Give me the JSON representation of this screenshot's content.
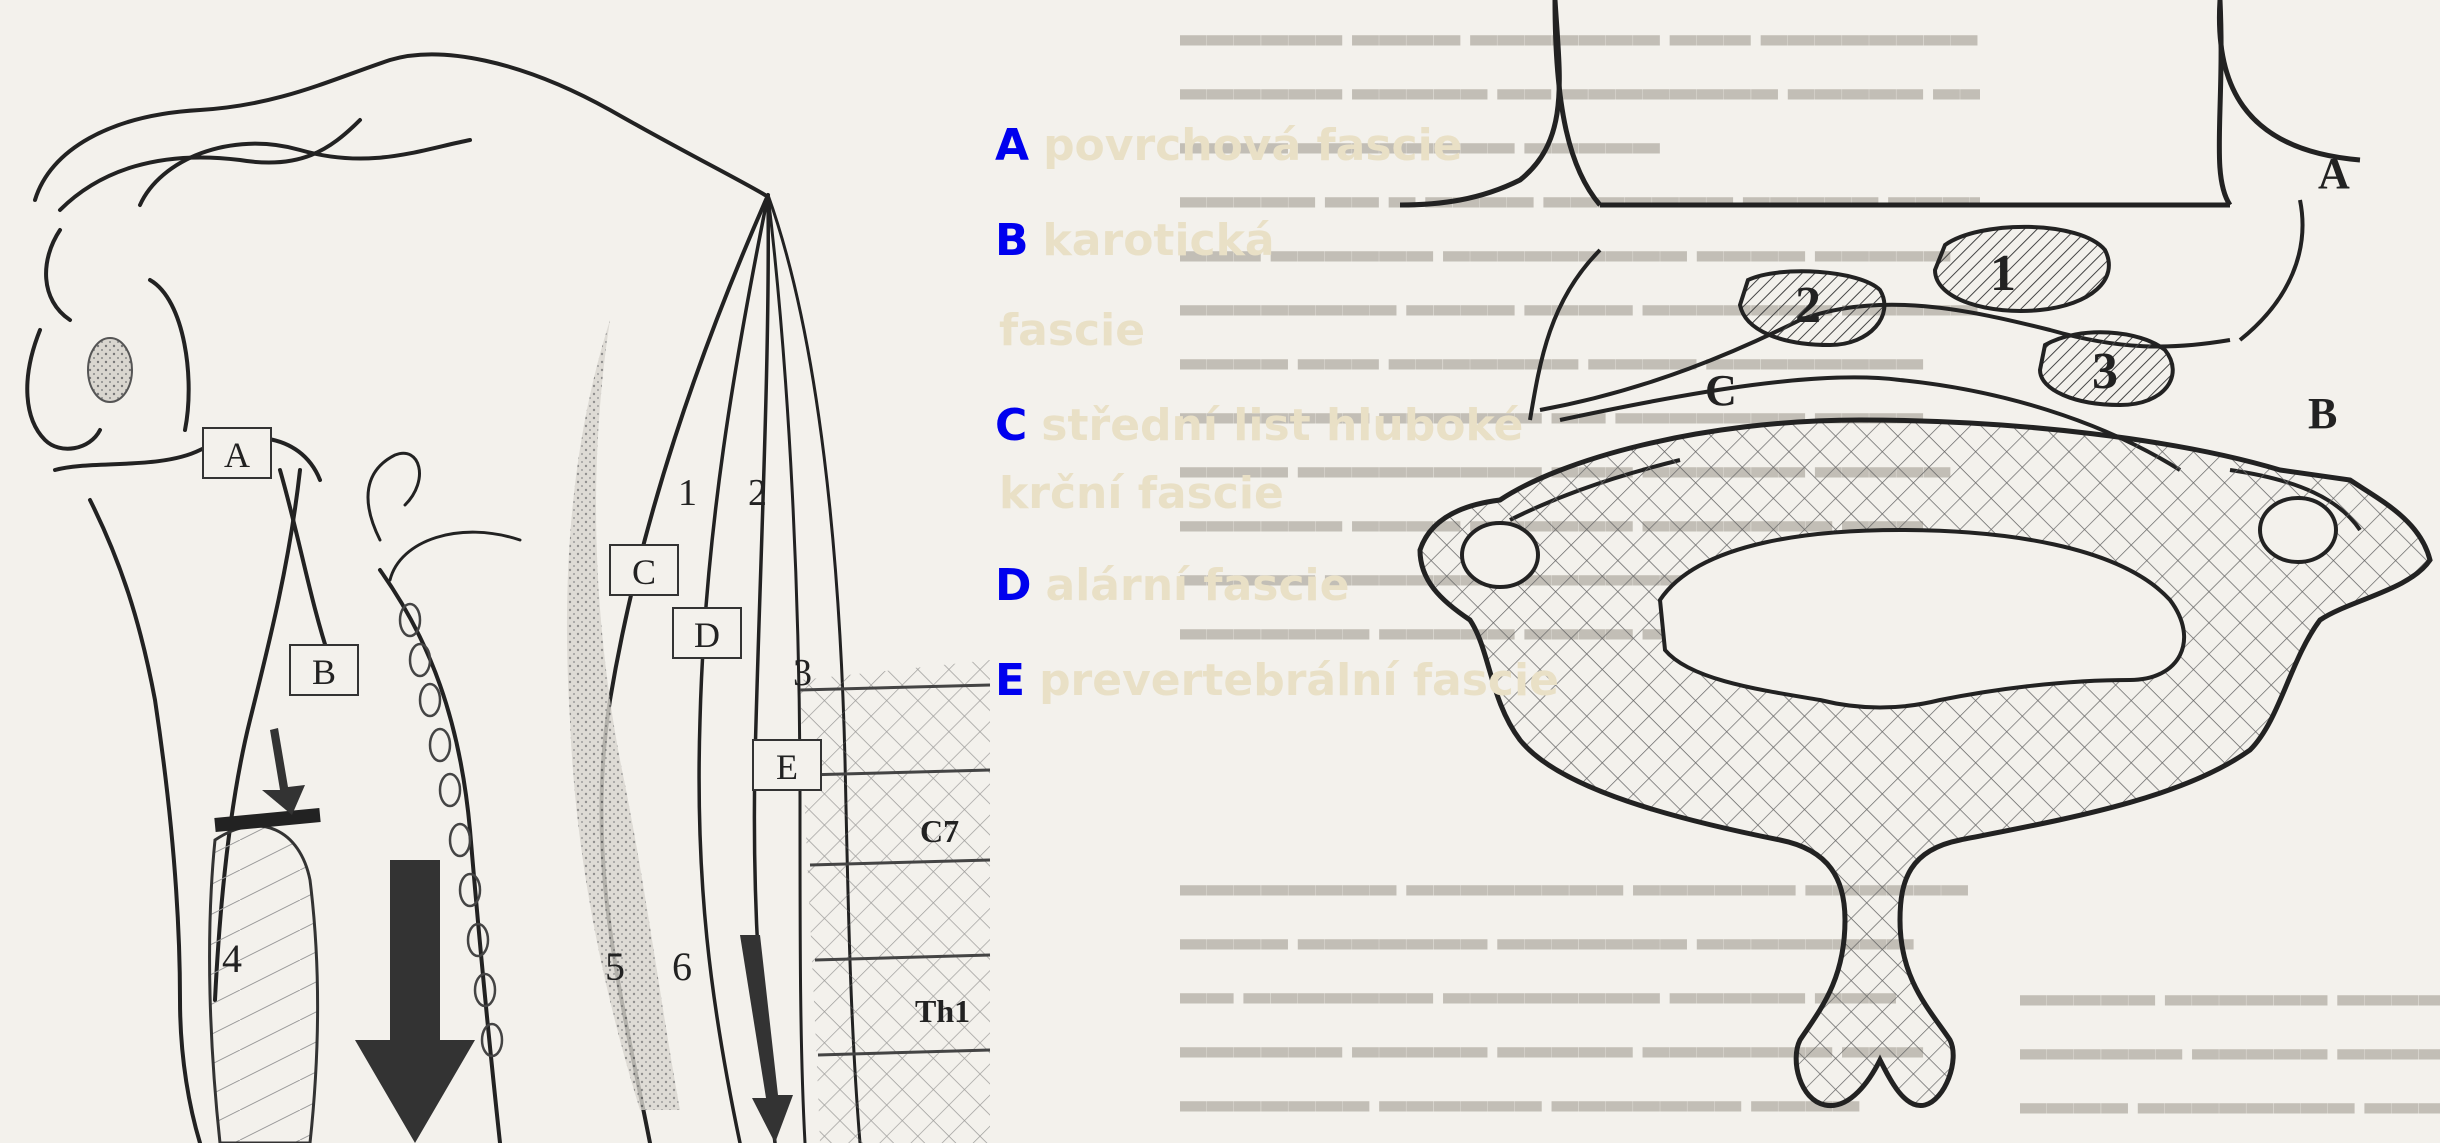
{
  "left_figure": {
    "boxed_labels": [
      "A",
      "B",
      "C",
      "D",
      "E"
    ],
    "region_labels": [
      "1",
      "2",
      "3",
      "4",
      "5",
      "6",
      "C7",
      "Th1"
    ]
  },
  "right_figure": {
    "compartment_labels": [
      "1",
      "2",
      "3"
    ],
    "fascia_labels": [
      "A",
      "B",
      "C"
    ]
  },
  "legend": [
    {
      "letter": "A",
      "lines": [
        "povrchová fascie"
      ]
    },
    {
      "letter": "B",
      "lines": [
        "karotická",
        "fascie"
      ]
    },
    {
      "letter": "C",
      "lines": [
        "střední list hluboké",
        "krční fascie"
      ]
    },
    {
      "letter": "D",
      "lines": [
        "alární fascie"
      ]
    },
    {
      "letter": "E",
      "lines": [
        "prevertebrální fascie"
      ]
    }
  ],
  "colors": {
    "legend_letter": "#0000ee",
    "legend_text": "#e9e0c6",
    "ink": "#222222"
  }
}
